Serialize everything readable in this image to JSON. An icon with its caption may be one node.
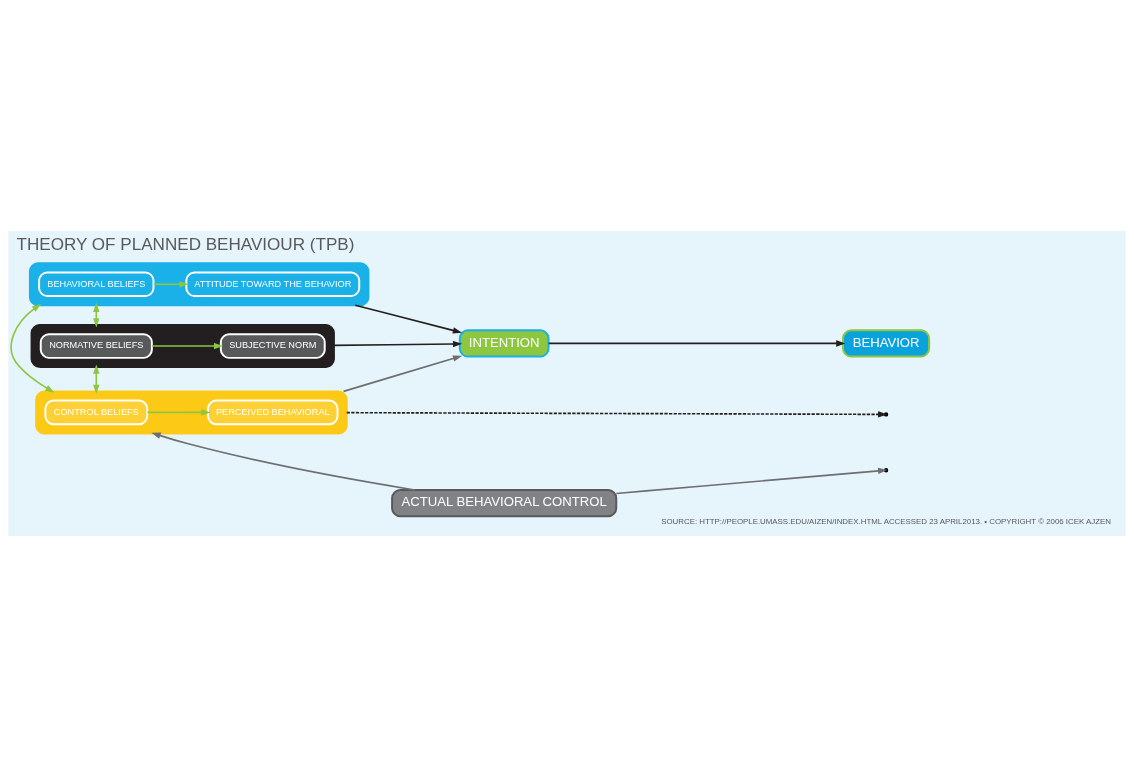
{
  "diagram": {
    "title": "THEORY OF PLANNED BEHAVIOUR (TPB)",
    "nodes": [
      {
        "text": [],
        "shape": "box"
      },
      {
        "text": [
          "BEHAVIORAL BELIEFS"
        ],
        "in": 0
      },
      {
        "text": [
          "ATTITUDE TOWARD THE BEHAVIOR"
        ],
        "in": 0
      },
      {
        "text": [],
        "shape": "box"
      },
      {
        "text": [
          "NORMATIVE BELIEFS"
        ],
        "in": 3
      },
      {
        "text": [
          "SUBJECTIVE NORM"
        ],
        "in": 3
      },
      {
        "text": [],
        "shape": "box"
      },
      {
        "text": [
          "CONTROL BELIEFS"
        ],
        "in": 6
      },
      {
        "text": [
          "PERCEIVED BEHAVIORAL"
        ],
        "in": 6
      },
      {
        "text": [
          "INTENTION"
        ]
      },
      {
        "text": [
          "BEHAVIOR"
        ]
      },
      {
        "text": [
          "ACTUAL BEHAVIORAL CONTROL"
        ]
      }
    ],
    "edges": [
      {
        "from": 1,
        "to": 2,
        "arrow": "to",
        "color": "#8dc63f"
      },
      {
        "from": 4,
        "to": 5,
        "arrow": "to",
        "color": "#8dc63f"
      },
      {
        "from": 7,
        "to": 8,
        "arrow": "to",
        "color": "#8dc63f"
      },
      {
        "from": 0,
        "to": 9,
        "arrow": "to",
        "color": "#231f20"
      },
      {
        "from": 3,
        "to": 9,
        "arrow": "to",
        "color": "#231f20"
      },
      {
        "from": 6,
        "to": 9,
        "arrow": "to",
        "color": "#6d6e71"
      },
      {
        "from": 9,
        "to": 10,
        "arrow": "to",
        "color": "#231f20"
      },
      {
        "from": 6,
        "to": null,
        "arrow": "to",
        "style": "dashed",
        "color": "#231f20"
      },
      {
        "from": 11,
        "to": null,
        "arrow": "to",
        "color": "#6d6e71"
      },
      {
        "from": 11,
        "to": 6,
        "arrow": "to",
        "color": "#6d6e71"
      },
      {
        "from": 0,
        "to": 3,
        "arrow": "both",
        "color": "#8dc63f"
      },
      {
        "from": 3,
        "to": 6,
        "arrow": "both",
        "color": "#8dc63f"
      },
      {
        "from": 0,
        "to": 6,
        "arrow": "both",
        "color": "#8dc63f"
      }
    ],
    "labels": [
      "SOURCE: HTTP://PEOPLE.UMASS.EDU/AIZEN/INDEX.HTML ACCESSED 23 APRIL2013. • COPYRIGHT © 2006 ICEK AJZEN"
    ]
  }
}
